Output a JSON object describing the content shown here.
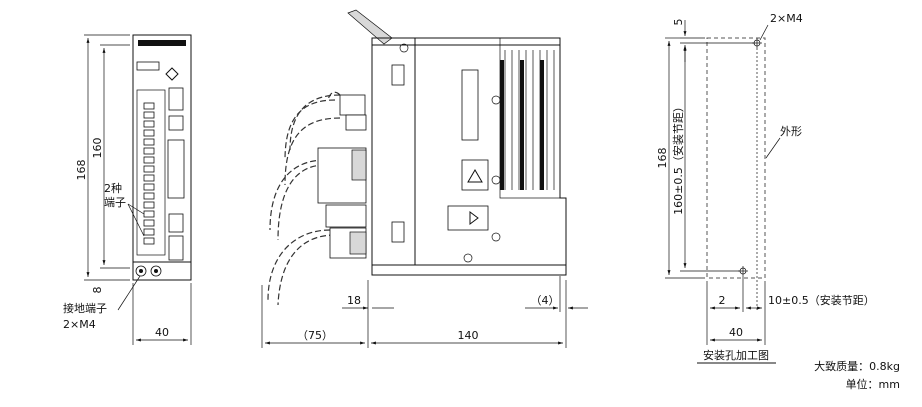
{
  "front_view": {
    "dim_height_total": "168",
    "dim_height_inner": "160",
    "dim_bottom": "8",
    "dim_width": "40",
    "label_terminal_count": "2种",
    "label_terminal_word": "端子",
    "label_ground_terminal": "接地端子",
    "label_ground_screw": "2×M4"
  },
  "side_view": {
    "dim_cable_depth": "（75）",
    "dim_body_depth": "140",
    "dim_front_offset": "18",
    "dim_rear_offset": "（4）"
  },
  "mounting_view": {
    "label_screw": "2×M4",
    "dim_top": "5",
    "dim_height_total": "168",
    "dim_hole_pitch": "160±0.5（安装节距）",
    "label_outline": "外形",
    "dim_left": "2",
    "dim_hole_offset": "10±0.5（安装节距）",
    "dim_width": "40",
    "title": "安装孔加工图"
  },
  "footer": {
    "weight": "大致质量：0.8kg",
    "unit": "单位：mm"
  }
}
